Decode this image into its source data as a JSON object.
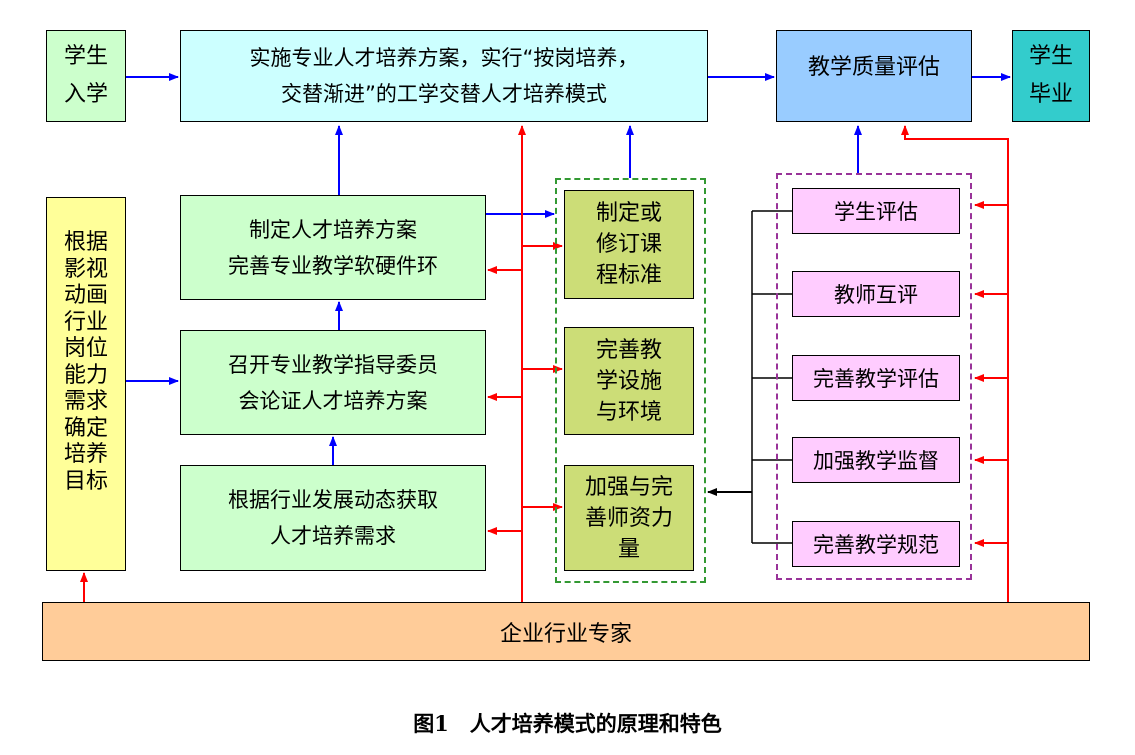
{
  "boxes": {
    "enroll": "学生\n入学",
    "implement": "实施专业人才培养方案，实行“按岗培养，\n交替渐进”的工学交替人才培养模式",
    "quality": "教学质量评估",
    "graduate": "学生\n毕业",
    "basis": "根据\n影视\n动画\n行业\n岗位\n能力\n需求\n确定\n培养\n目标",
    "formulate": "制定人才培养方案\n完善专业教学软硬件环",
    "committee": "召开专业教学指导委员\n会论证人才培养方案",
    "obtain": "根据行业发展动态获取\n人才培养需求",
    "course": "制定或\n修订课\n程标准",
    "facility": "完善教\n学设施\n与环境",
    "teacher": "加强与完\n善师资力\n量",
    "student_eval": "学生评估",
    "peer_eval": "教师互评",
    "improve_eval": "完善教学评估",
    "supervise": "加强教学监督",
    "norms": "完善教学规范",
    "experts": "企业行业专家"
  },
  "caption": "图1　人才培养模式的原理和特色",
  "colors": {
    "enroll": "#ccffcc",
    "implement": "#ccffff",
    "quality": "#99ccff",
    "graduate": "#33cccc",
    "basis": "#ffff99",
    "green_box": "#ccffcc",
    "olive_box": "#ccdd77",
    "pink_box": "#ffccff",
    "experts": "#ffcc99",
    "blue_arrow": "#0000ff",
    "red_arrow": "#ff0000",
    "green_dash": "#339933",
    "purple_dash": "#993399"
  }
}
